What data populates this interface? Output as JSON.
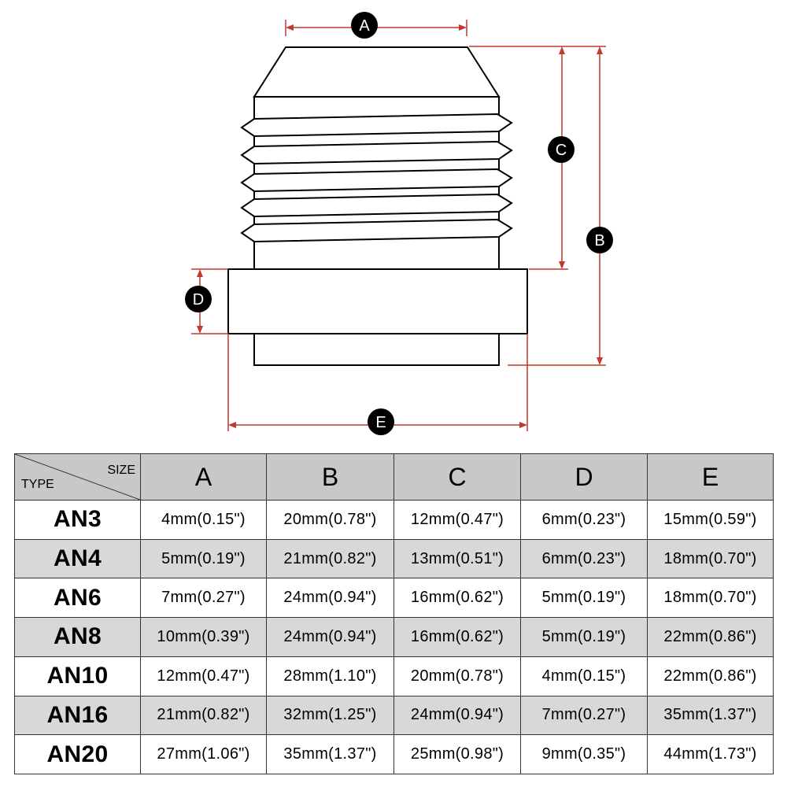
{
  "diagram": {
    "labels": {
      "a": "A",
      "b": "B",
      "c": "C",
      "d": "D",
      "e": "E"
    }
  },
  "table": {
    "corner_size": "SIZE",
    "corner_type": "TYPE",
    "columns": [
      "A",
      "B",
      "C",
      "D",
      "E"
    ],
    "rows": [
      {
        "type": "AN3",
        "values": [
          "4mm(0.15\")",
          "20mm(0.78\")",
          "12mm(0.47\")",
          "6mm(0.23\")",
          "15mm(0.59\")"
        ]
      },
      {
        "type": "AN4",
        "values": [
          "5mm(0.19\")",
          "21mm(0.82\")",
          "13mm(0.51\")",
          "6mm(0.23\")",
          "18mm(0.70\")"
        ]
      },
      {
        "type": "AN6",
        "values": [
          "7mm(0.27\")",
          "24mm(0.94\")",
          "16mm(0.62\")",
          "5mm(0.19\")",
          "18mm(0.70\")"
        ]
      },
      {
        "type": "AN8",
        "values": [
          "10mm(0.39\")",
          "24mm(0.94\")",
          "16mm(0.62\")",
          "5mm(0.19\")",
          "22mm(0.86\")"
        ]
      },
      {
        "type": "AN10",
        "values": [
          "12mm(0.47\")",
          "28mm(1.10\")",
          "20mm(0.78\")",
          "4mm(0.15\")",
          "22mm(0.86\")"
        ]
      },
      {
        "type": "AN16",
        "values": [
          "21mm(0.82\")",
          "32mm(1.25\")",
          "24mm(0.94\")",
          "7mm(0.27\")",
          "35mm(1.37\")"
        ]
      },
      {
        "type": "AN20",
        "values": [
          "27mm(1.06\")",
          "35mm(1.37\")",
          "25mm(0.98\")",
          "9mm(0.35\")",
          "44mm(1.73\")"
        ]
      }
    ]
  }
}
